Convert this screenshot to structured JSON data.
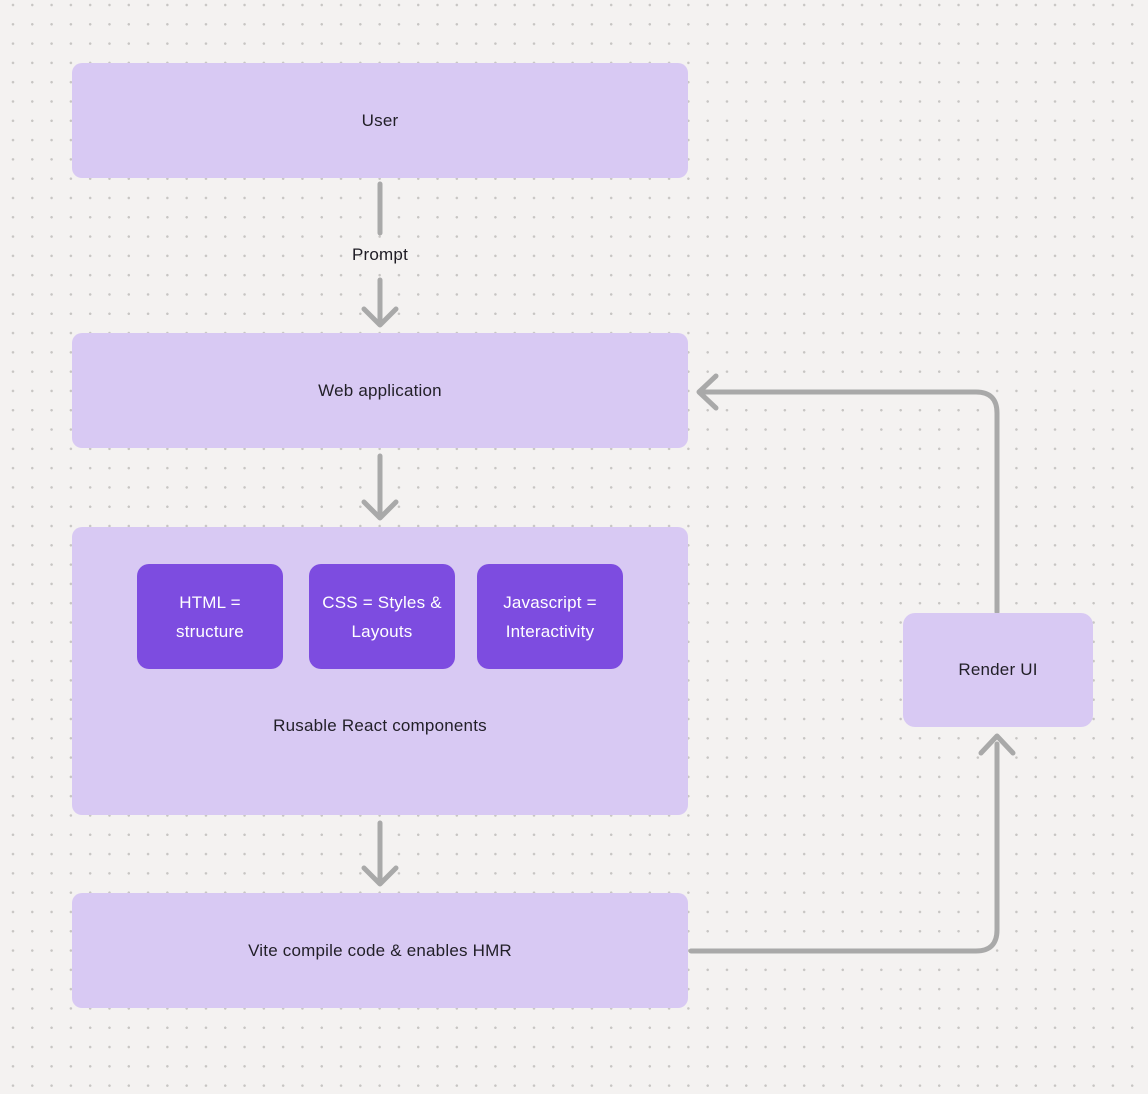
{
  "colors": {
    "background": "#f4f2f1",
    "dot_grid": "#c7c5c3",
    "node_light": "#d8c9f3",
    "node_dark": "#7d4ce0",
    "connector": "#a9a9a9",
    "text_dark": "#211f27",
    "text_light": "#ffffff"
  },
  "nodes": {
    "user": {
      "label": "User"
    },
    "web_application": {
      "label": "Web application"
    },
    "components_group": {
      "caption": "Rusable React components",
      "children": [
        {
          "label": "HTML = structure"
        },
        {
          "label": "CSS = Styles & Layouts"
        },
        {
          "label": "Javascript = Interactivity"
        }
      ]
    },
    "vite": {
      "label": "Vite compile code & enables HMR"
    },
    "render_ui": {
      "label": "Render UI"
    }
  },
  "edges": {
    "prompt_label": "Prompt"
  }
}
